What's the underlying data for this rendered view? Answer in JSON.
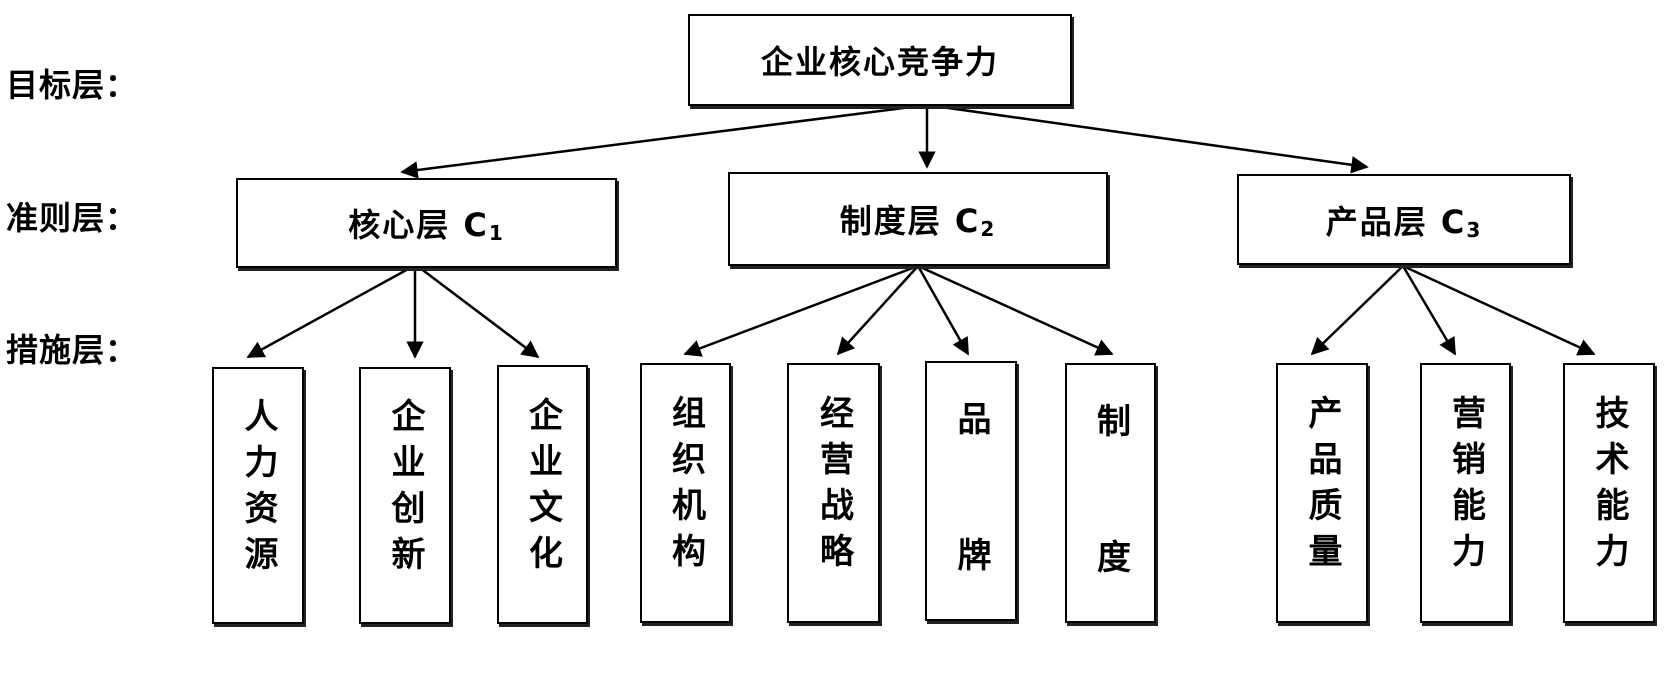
{
  "levels": {
    "goal": "目标层：",
    "criteria": "准则层：",
    "measures": "措施层："
  },
  "goal": {
    "label": "企业核心竞争力"
  },
  "criteria": [
    {
      "label": "核心层 C",
      "sub": "1"
    },
    {
      "label": "制度层 C",
      "sub": "2"
    },
    {
      "label": "产品层 C",
      "sub": "3"
    }
  ],
  "measures": [
    "人力资源",
    "企业创新",
    "企业文化",
    "组织机构",
    "经营战略",
    "品牌",
    "制度",
    "产品质量",
    "营销能力",
    "技术能力"
  ],
  "colors": {
    "line": "#000000",
    "box_border": "#000000",
    "background": "#ffffff"
  }
}
